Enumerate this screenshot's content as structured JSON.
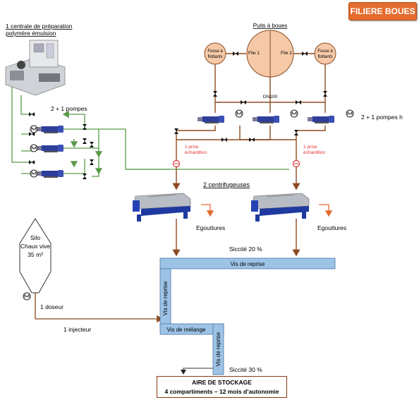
{
  "title": "FILIERE BOUES",
  "polymer_station": {
    "line1": "1 centrale de préparation",
    "line2": "polymère émulsion"
  },
  "pumps_left": "2 + 1 pompes",
  "pumps_right": "2 + 1 pompes h",
  "puits": {
    "title": "Puits à boues",
    "file1": "File 1",
    "file2": "File 2",
    "fosse_left": [
      "Fosse à",
      "flottants"
    ],
    "fosse_right": [
      "Fosse à",
      "flottants"
    ]
  },
  "pipe_label": "DN100",
  "sample_left": [
    "1 prise",
    "échantillon"
  ],
  "sample_right": [
    "1 prise",
    "échantillon"
  ],
  "centrifuges": "2 centrifugeuses",
  "egouttures_left": "Egouttures",
  "egouttures_right": "Egouttures",
  "siccite_20": "Siccité 20 %",
  "siccite_30": "Siccité 30 %",
  "silo": {
    "line1": "Silo",
    "line2": "Chaux vive",
    "line3": "35 m³"
  },
  "doseur": "1 doseur",
  "injecteur": "1 injecteur",
  "conveyors": {
    "reprise_h": "Vis de reprise",
    "reprise_v": "Vis de reprise",
    "melange": "Vis de mélange",
    "reprise_v2": "Vis de reprise"
  },
  "storage": {
    "line1": "AIRE DE STOCKAGE",
    "line2": "4 compartiments – 12 mois d’autonomie"
  },
  "colors": {
    "brown": "#8b4a1f",
    "green": "#5a9a4a",
    "orange": "#e36c2e",
    "peach": "#f5c9a8",
    "conveyor": "#9dc3e6",
    "pump_blue": "#2e3f9a",
    "red": "#e03030"
  }
}
